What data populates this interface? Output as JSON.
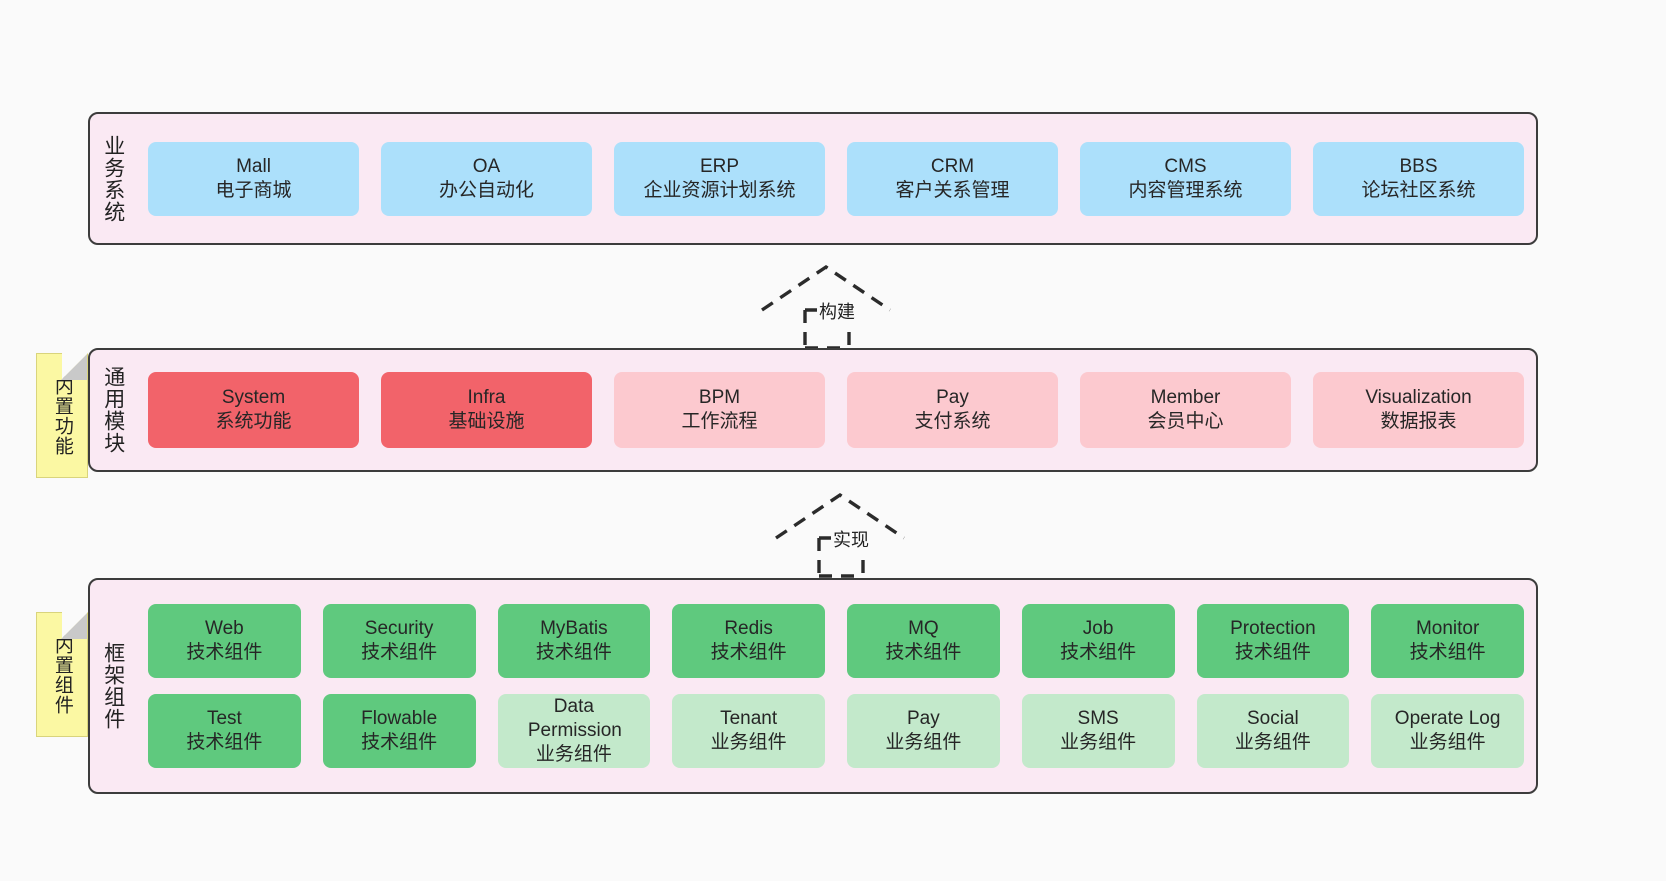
{
  "diagram": {
    "background": "#fafafa",
    "panel_fill": "#fae9f3",
    "panel_stroke": "#3c3c3c"
  },
  "layers": [
    {
      "key": "business",
      "title": "业务系统",
      "note": null,
      "rows": [
        {
          "cards": [
            {
              "en": "Mall",
              "cn": "电子商城",
              "color": "#ace0fb",
              "style": "c-blue"
            },
            {
              "en": "OA",
              "cn": "办公自动化",
              "color": "#ace0fb",
              "style": "c-blue"
            },
            {
              "en": "ERP",
              "cn": "企业资源计划系统",
              "color": "#ace0fb",
              "style": "c-blue"
            },
            {
              "en": "CRM",
              "cn": "客户关系管理",
              "color": "#ace0fb",
              "style": "c-blue"
            },
            {
              "en": "CMS",
              "cn": "内容管理系统",
              "color": "#ace0fb",
              "style": "c-blue"
            },
            {
              "en": "BBS",
              "cn": "论坛社区系统",
              "color": "#ace0fb",
              "style": "c-blue"
            }
          ]
        }
      ]
    },
    {
      "key": "common",
      "title": "通用模块",
      "note": "内置功能",
      "rows": [
        {
          "cards": [
            {
              "en": "System",
              "cn": "系统功能",
              "color": "#f2636a",
              "style": "c-red"
            },
            {
              "en": "Infra",
              "cn": "基础设施",
              "color": "#f2636a",
              "style": "c-red"
            },
            {
              "en": "BPM",
              "cn": "工作流程",
              "color": "#fcc9cf",
              "style": "c-pink"
            },
            {
              "en": "Pay",
              "cn": "支付系统",
              "color": "#fcc9cf",
              "style": "c-pink"
            },
            {
              "en": "Member",
              "cn": "会员中心",
              "color": "#fcc9cf",
              "style": "c-pink"
            },
            {
              "en": "Visualization",
              "cn": "数据报表",
              "color": "#fcc9cf",
              "style": "c-pink"
            }
          ]
        }
      ]
    },
    {
      "key": "framework",
      "title": "框架组件",
      "note": "内置组件",
      "rows": [
        {
          "cards": [
            {
              "en": "Web",
              "cn": "技术组件",
              "color": "#5fc97e",
              "style": "c-green"
            },
            {
              "en": "Security",
              "cn": "技术组件",
              "color": "#5fc97e",
              "style": "c-green"
            },
            {
              "en": "MyBatis",
              "cn": "技术组件",
              "color": "#5fc97e",
              "style": "c-green"
            },
            {
              "en": "Redis",
              "cn": "技术组件",
              "color": "#5fc97e",
              "style": "c-green"
            },
            {
              "en": "MQ",
              "cn": "技术组件",
              "color": "#5fc97e",
              "style": "c-green"
            },
            {
              "en": "Job",
              "cn": "技术组件",
              "color": "#5fc97e",
              "style": "c-green"
            },
            {
              "en": "Protection",
              "cn": "技术组件",
              "color": "#5fc97e",
              "style": "c-green"
            },
            {
              "en": "Monitor",
              "cn": "技术组件",
              "color": "#5fc97e",
              "style": "c-green"
            }
          ]
        },
        {
          "cards": [
            {
              "en": "Test",
              "cn": "技术组件",
              "color": "#5fc97e",
              "style": "c-green"
            },
            {
              "en": "Flowable",
              "cn": "技术组件",
              "color": "#5fc97e",
              "style": "c-green"
            },
            {
              "en": "Data Permission",
              "cn": "业务组件",
              "color": "#c3e9cb",
              "style": "c-greenlight"
            },
            {
              "en": "Tenant",
              "cn": "业务组件",
              "color": "#c3e9cb",
              "style": "c-greenlight"
            },
            {
              "en": "Pay",
              "cn": "业务组件",
              "color": "#c3e9cb",
              "style": "c-greenlight"
            },
            {
              "en": "SMS",
              "cn": "业务组件",
              "color": "#c3e9cb",
              "style": "c-greenlight"
            },
            {
              "en": "Social",
              "cn": "业务组件",
              "color": "#c3e9cb",
              "style": "c-greenlight"
            },
            {
              "en": "Operate Log",
              "cn": "业务组件",
              "color": "#c3e9cb",
              "style": "c-greenlight"
            }
          ]
        }
      ]
    }
  ],
  "connectors": [
    {
      "key": "build",
      "label": "构建"
    },
    {
      "key": "implement",
      "label": "实现"
    }
  ]
}
